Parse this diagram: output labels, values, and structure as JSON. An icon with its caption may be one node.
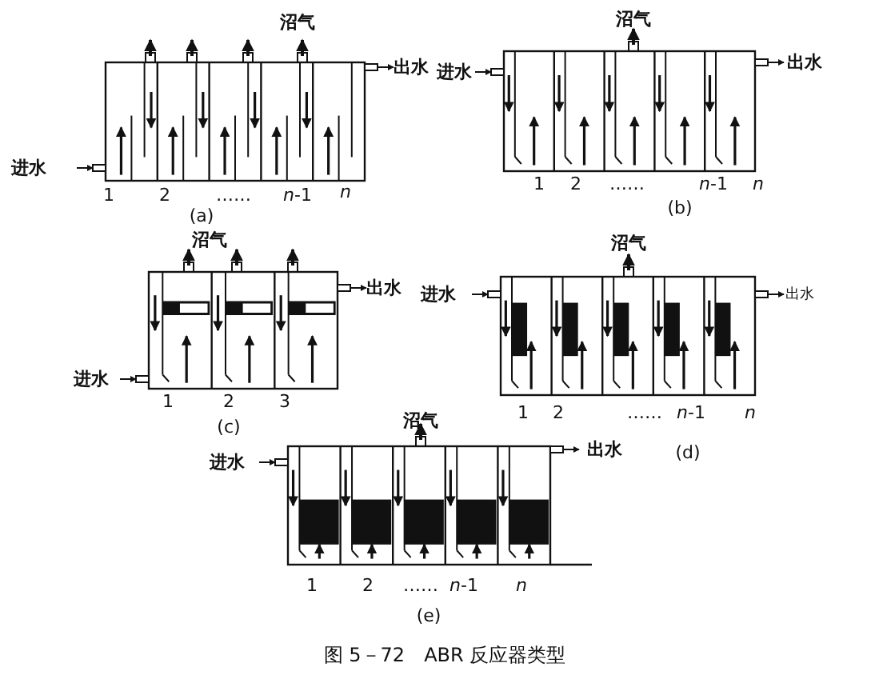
{
  "diagram": {
    "caption": "图 5－72　ABR 反应器类型",
    "labels": [
      "沼气",
      "出水",
      "进水",
      "1",
      "2",
      "……",
      "*n*-1",
      "*n*",
      "(a)",
      "沼气",
      "进水",
      "出水",
      "1",
      "2",
      "……",
      "*n*-1",
      "*n*",
      "(b)",
      "沼气",
      "出水",
      "进水",
      "1",
      "2",
      "3",
      "(c)",
      "沼气",
      "进水",
      "出水",
      "1",
      "2",
      "……",
      "*n*-1",
      "*n*",
      "(d)",
      "沼气",
      "进水",
      "出水",
      "1",
      "2",
      "……",
      "*n*-1",
      "*n*",
      "(e)"
    ]
  }
}
